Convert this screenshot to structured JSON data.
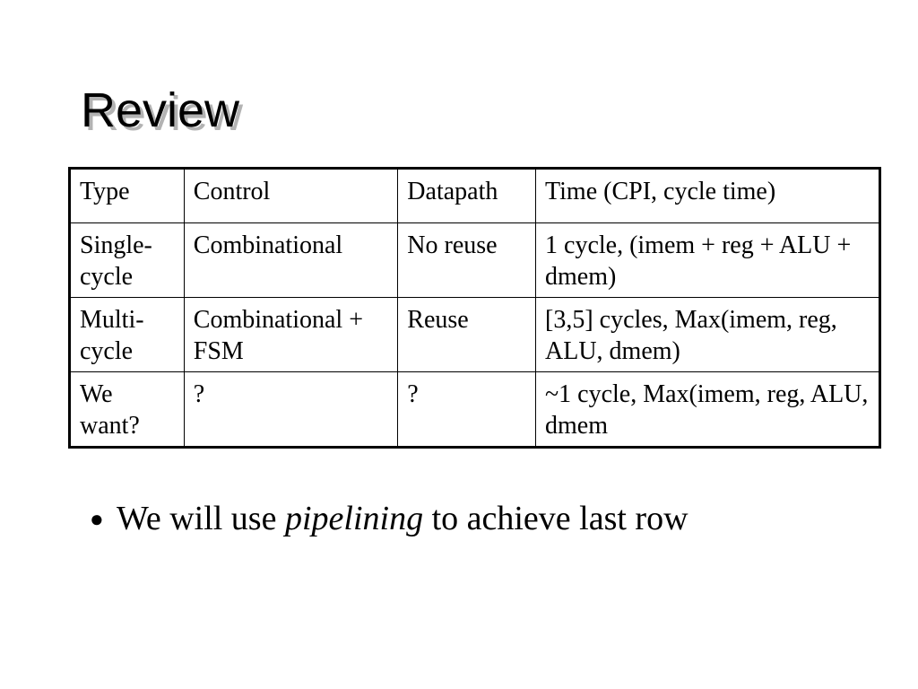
{
  "slide": {
    "title": "Review"
  },
  "table": {
    "headers": [
      "Type",
      "Control",
      "Datapath",
      "Time (CPI, cycle time)"
    ],
    "rows": [
      [
        "Single-cycle",
        "Combinational",
        "No reuse",
        "1 cycle, (imem + reg + ALU + dmem)"
      ],
      [
        "Multi-cycle",
        "Combinational + FSM",
        "Reuse",
        "[3,5] cycles, Max(imem, reg, ALU, dmem)"
      ],
      [
        "We want?",
        "?",
        "?",
        "~1 cycle, Max(imem, reg, ALU, dmem"
      ]
    ]
  },
  "bullet": {
    "symbol": "●",
    "text_before": "We will use ",
    "emphasis": "pipelining",
    "text_after": " to achieve last row"
  }
}
